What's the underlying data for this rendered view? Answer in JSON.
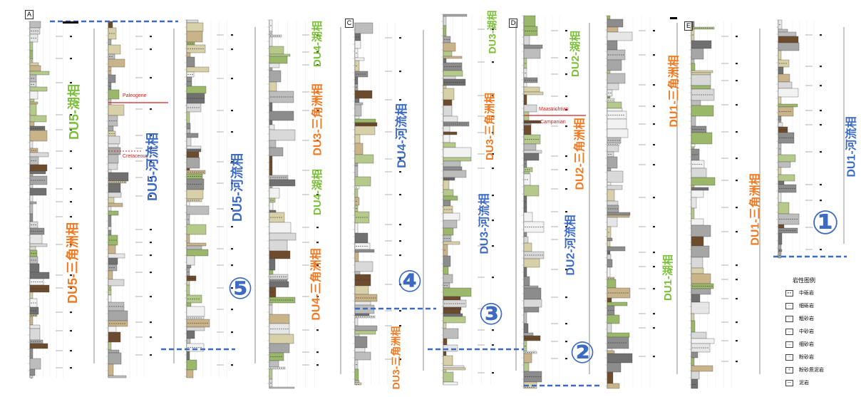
{
  "panels": [
    "A",
    "C",
    "D",
    "E"
  ],
  "facies_labels": {
    "du5_lake": "DU5-湖相",
    "du5_delta": "DU5-三角洲相",
    "du5_river_a": "DU5-河流相",
    "du5_river_b": "DU5-河流相",
    "du4_lake_a": "DU4-湖相",
    "du4_lake_b": "DU4-湖相",
    "du3_delta_a": "DU3-三角洲相",
    "du4_delta": "DU4-三角洲相",
    "du4_river": "DU4-河流相",
    "du3_delta_b": "DU3-三角洲相",
    "du3_delta_c": "DU3-三角洲相",
    "du3_lake": "DU3-湖相",
    "du3_river": "DU3-河流相",
    "du2_lake": "DU2-湖相",
    "du2_delta": "DU2-三角洲相",
    "du2_river": "DU2-河流相",
    "du1_delta_a": "DU1-三角洲相",
    "du1_lake": "DU1-湖相",
    "du1_delta_b": "DU1-三角洲相",
    "du1_river": "DU1-河流相"
  },
  "circled_numbers": {
    "n1": "①",
    "n2": "②",
    "n3": "③",
    "n4": "④",
    "n5": "⑤"
  },
  "boundary_labels": {
    "paleogene": "Paleogene",
    "cretaceous": "Cretaceous",
    "maastrichtian": "Maastrichtian",
    "campanian": "Campanian"
  },
  "legend": {
    "title": "岩性图例",
    "items": [
      {
        "symbol": "∘∘",
        "label": "中砾岩"
      },
      {
        "symbol": "··",
        "label": "细砾岩"
      },
      {
        "symbol": "::",
        "label": "粗砂岩"
      },
      {
        "symbol": "..",
        "label": "中砂岩"
      },
      {
        "symbol": "…",
        "label": "细砂岩"
      },
      {
        "symbol": "⋯",
        "label": "粉砂岩"
      },
      {
        "symbol": "≈",
        "label": "粉砂质泥岩"
      },
      {
        "symbol": "—",
        "label": "泥岩"
      }
    ]
  },
  "colors": {
    "facies_orange": "#f07a22",
    "facies_blue": "#3d6bc4",
    "facies_green": "#7cbf3a",
    "boundary_red": "#d32020",
    "dashed_line": "#3d6bc4"
  }
}
